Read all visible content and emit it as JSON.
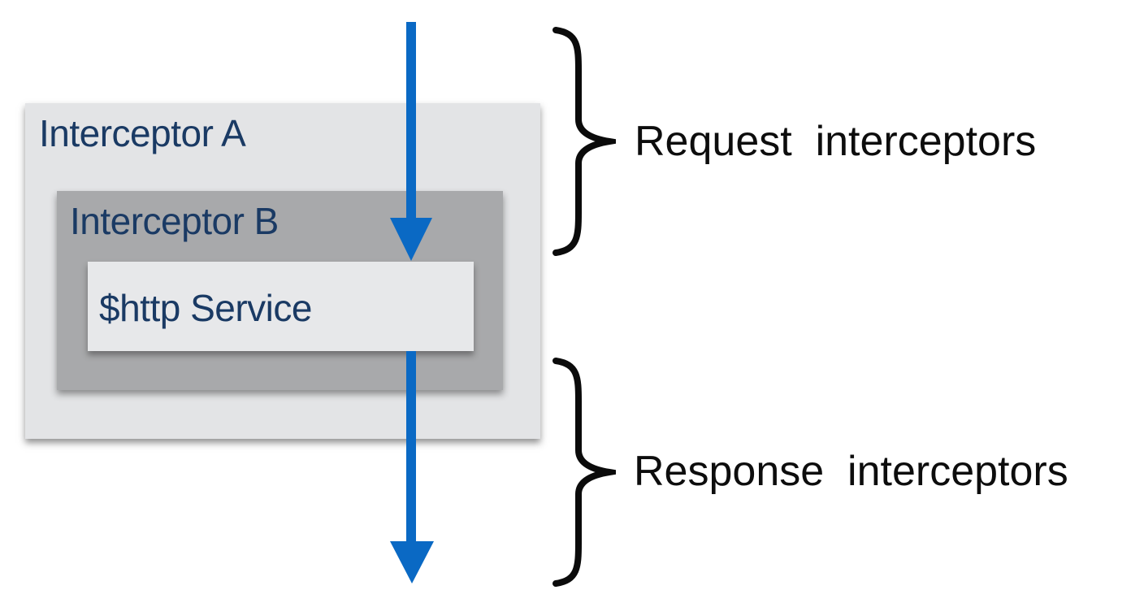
{
  "diagram": {
    "boxes": [
      {
        "id": "interceptor-a",
        "label": "Interceptor A"
      },
      {
        "id": "interceptor-b",
        "label": "Interceptor B"
      },
      {
        "id": "http-service",
        "label": "$http Service"
      }
    ],
    "annotations": [
      {
        "id": "request",
        "label": "Request  interceptors"
      },
      {
        "id": "response",
        "label": "Response  interceptors"
      }
    ],
    "icons": {
      "flow_arrow_top": "arrow-down-icon",
      "flow_arrow_bottom": "arrow-down-icon",
      "request_brace": "curly-brace-icon",
      "response_brace": "curly-brace-icon"
    },
    "colors": {
      "arrow": "#0A69C4",
      "outer_box": "#E3E4E6",
      "inner_box": "#A8A9AB",
      "http_box": "#E7E8EA",
      "box_label_text": "#1A3A64",
      "annotation_text": "#0D0D0D",
      "brace": "#0B0B0B",
      "background": "#FFFFFF"
    }
  }
}
